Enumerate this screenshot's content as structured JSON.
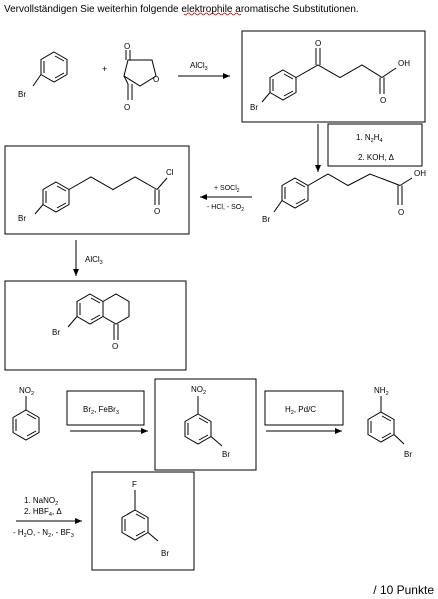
{
  "instruction": {
    "prefix": "Vervollständigen Sie weiterhin folgende ",
    "misspelled": "elektrophile",
    "suffix": " aromatische Substitutionen."
  },
  "atoms": {
    "br": "Br",
    "o": "O",
    "oh": "OH",
    "cl": "Cl",
    "f": "F"
  },
  "plus": "+",
  "reagents": {
    "alcl3": "AlCl",
    "alcl3_sub": "3",
    "step2_line1_a": "1. N",
    "step2_line1_sub1": "2",
    "step2_line1_b": "H",
    "step2_line1_sub2": "4",
    "step2_line2": "2. KOH, Δ",
    "socl2_above_a": "+ SOCl",
    "socl2_above_sub": "2",
    "socl2_below_a": "- HCl, - SO",
    "socl2_below_sub": "2",
    "no2_a": "NO",
    "no2_sub": "2",
    "nh2_a": "NH",
    "nh2_sub": "2",
    "br2_a": "Br",
    "br2_sub": "2",
    "febr3_a": ", FeBr",
    "febr3_sub": "3",
    "h2_a": "H",
    "h2_sub": "2",
    "pdc": ", Pd/C",
    "nano2_a": "1. NaNO",
    "nano2_sub": "2",
    "hbf4_a": "2. HBF",
    "hbf4_sub": "4",
    "hbf4_b": ", Δ",
    "loss_a": "- H",
    "loss_sub1": "2",
    "loss_b": "O, - N",
    "loss_sub2": "2",
    "loss_c": ", - BF",
    "loss_sub3": "3"
  },
  "score": "/ 10 Punkte"
}
